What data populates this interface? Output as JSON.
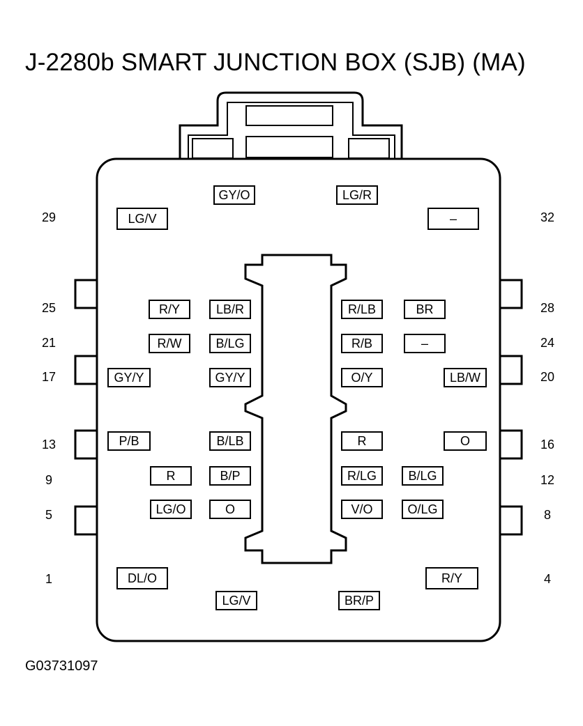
{
  "title": "J-2280b SMART JUNCTION BOX (SJB) (MA)",
  "figure_id": "G03731097",
  "pin_numbers": {
    "left": [
      "29",
      "25",
      "21",
      "17",
      "13",
      "9",
      "5",
      "1"
    ],
    "right": [
      "32",
      "28",
      "24",
      "20",
      "16",
      "12",
      "8",
      "4"
    ]
  },
  "wires": [
    "GY/O",
    "LG/R",
    "LG/V",
    "–",
    "R/Y",
    "LB/R",
    "R/LB",
    "BR",
    "R/W",
    "B/LG",
    "R/B",
    "–",
    "GY/Y",
    "GY/Y",
    "O/Y",
    "LB/W",
    "P/B",
    "B/LB",
    "R",
    "O",
    "R",
    "B/P",
    "R/LG",
    "B/LG",
    "LG/O",
    "O",
    "V/O",
    "O/LG",
    "DL/O",
    "R/Y",
    "LG/V",
    "BR/P"
  ]
}
